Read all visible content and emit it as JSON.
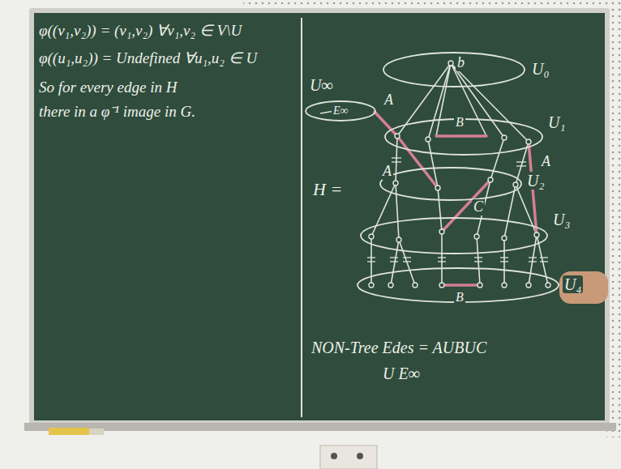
{
  "diagram": {
    "nodes": [
      {
        "text": [
          "U∞",
          "E∞"
        ]
      },
      {
        "text": [
          "b",
          "U₀"
        ]
      },
      {
        "text": [
          "U₁"
        ]
      },
      {
        "text": [
          "U₂"
        ]
      },
      {
        "text": [
          "U₃"
        ]
      },
      {
        "text": [
          "U₄"
        ]
      }
    ],
    "labels": [
      "φ((v₁,v₂)) = (v₁,v₂) ∀v₁,v₂ ∈ V\\U",
      "φ((u₁,u₂)) = Undefined ∀u₁,u₂ ∈ U",
      "So for every edge in H",
      "there in a φ⁻¹ image in G.",
      "H =",
      "A",
      "B",
      "A",
      "A",
      "C",
      "B",
      "NON-Tree Edes = AUBUC",
      "U E∞"
    ]
  }
}
